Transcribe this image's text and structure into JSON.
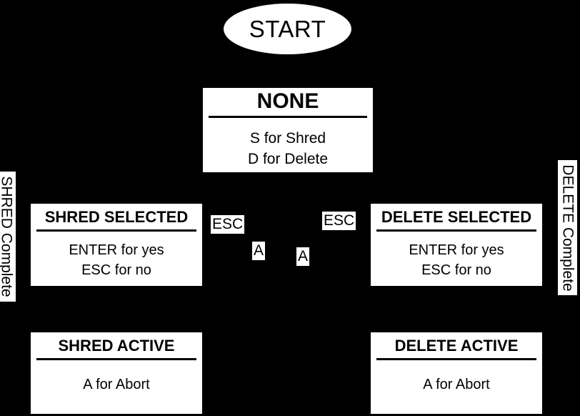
{
  "diagram": {
    "type": "state-machine",
    "background_color": "#000000",
    "node_fill": "#ffffff",
    "node_text_color": "#000000",
    "start_node": {
      "label": "START",
      "shape": "ellipse"
    },
    "states": [
      {
        "id": "none",
        "title": "NONE",
        "body": "S for Shred\nD for Delete"
      },
      {
        "id": "shred-selected",
        "title": "SHRED SELECTED",
        "body": "ENTER for yes\nESC for no"
      },
      {
        "id": "delete-selected",
        "title": "DELETE SELECTED",
        "body": "ENTER for yes\nESC for no"
      },
      {
        "id": "shred-active",
        "title": "SHRED ACTIVE",
        "body": "A for Abort"
      },
      {
        "id": "delete-active",
        "title": "DELETE ACTIVE",
        "body": "A for Abort"
      }
    ],
    "edge_labels": [
      {
        "id": "esc-left",
        "text": "ESC"
      },
      {
        "id": "esc-right",
        "text": "ESC"
      },
      {
        "id": "a-left",
        "text": "A"
      },
      {
        "id": "a-right",
        "text": "A"
      }
    ],
    "side_labels": [
      {
        "id": "shred-complete",
        "text": "SHRED Complete",
        "rotation": "90deg"
      },
      {
        "id": "delete-complete",
        "text": "DELETE Complete",
        "rotation": "90deg"
      }
    ]
  }
}
